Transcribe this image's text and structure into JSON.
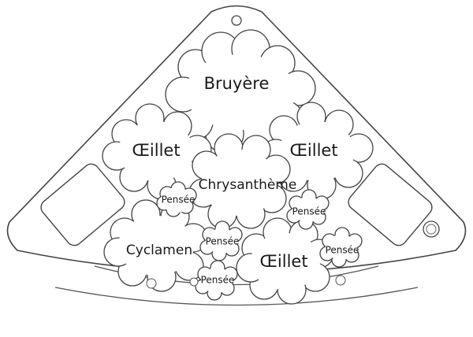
{
  "labels": {
    "bruyere": "Bruyère",
    "oeillet_left": "Œillet",
    "oeillet_right": "Œillet",
    "chrysantheme": "Chrysanthème",
    "pensee_1": "Pensée",
    "pensee_2": "Pensée",
    "cyclamen": "Cyclamen",
    "pensee_3": "Pensée",
    "oeillet_bottom": "Œillet",
    "pensee_4": "Pensée",
    "pensee_5": "Pensée"
  }
}
